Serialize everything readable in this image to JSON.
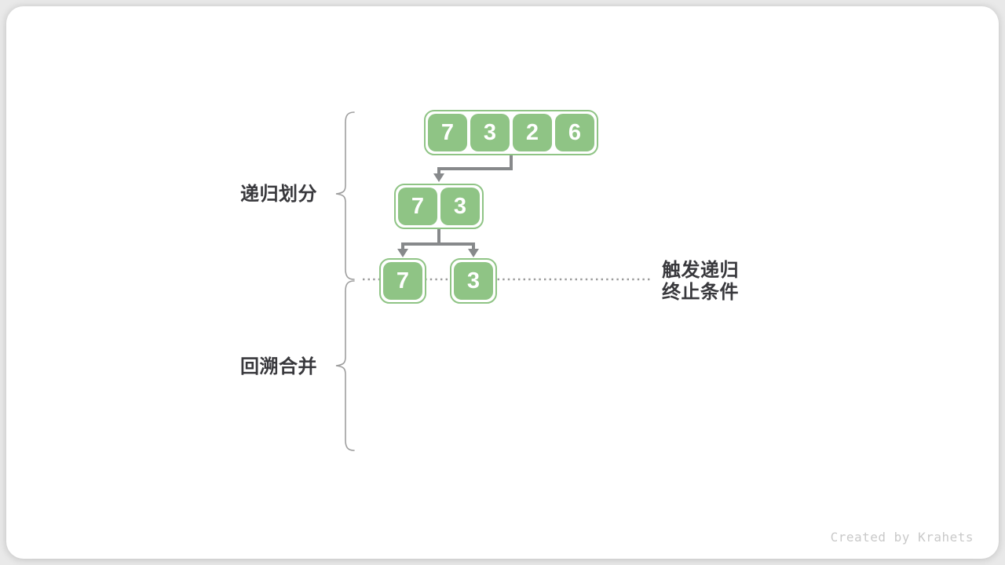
{
  "page": {
    "credit": "Created by Krahets"
  },
  "labels": {
    "divide": "递归划分",
    "merge": "回溯合并",
    "terminate_line1": "触发递归",
    "terminate_line2": "终止条件"
  },
  "tree": {
    "levels": [
      {
        "cells": [
          "7",
          "3",
          "2",
          "6"
        ]
      },
      {
        "cells": [
          "7",
          "3"
        ]
      },
      {
        "cells": [
          "7"
        ]
      },
      {
        "cells": [
          "3"
        ]
      }
    ]
  },
  "colors": {
    "cell_green": "#8FC485",
    "connector_gray": "#87898B",
    "dotted_gray": "#9B9B9B",
    "brace_gray": "#9E9E9E",
    "label_dark": "#38383C",
    "credit_gray": "#C9C9C9"
  }
}
